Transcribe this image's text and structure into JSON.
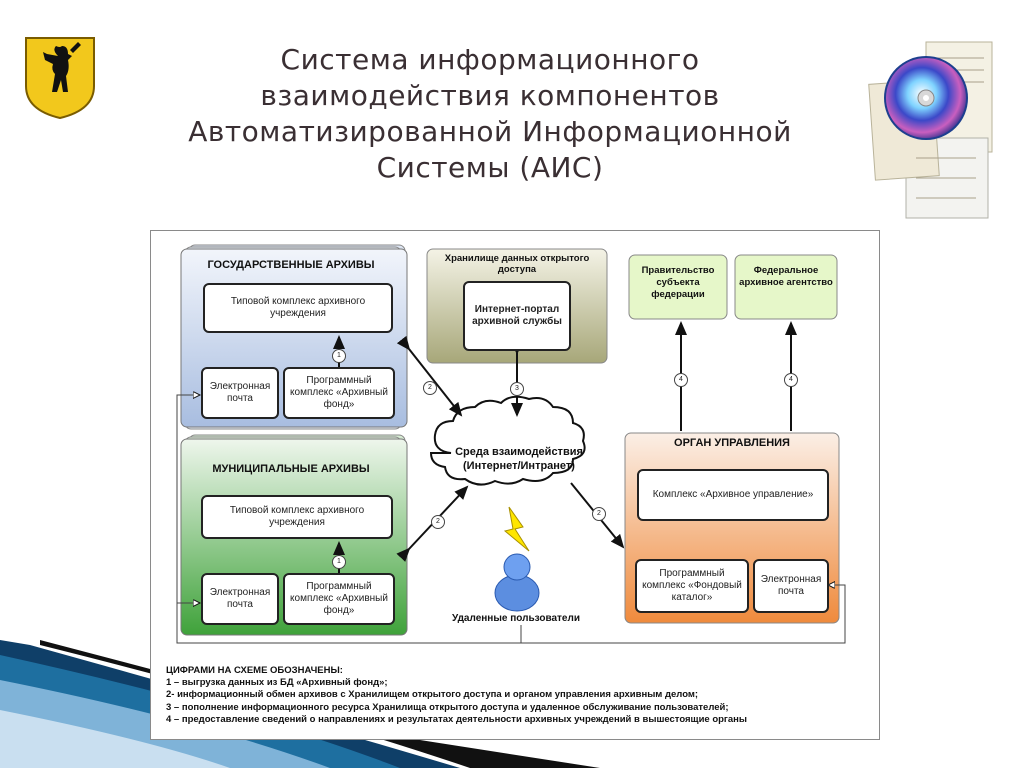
{
  "title_lines": [
    "Система   информационного",
    "взаимодействия    компонентов",
    "Автоматизированной  Информационной",
    "Системы (АИС)"
  ],
  "colors": {
    "state": "#a8bde0",
    "municipal": "#3fa23a",
    "storage": "#a7a779",
    "green_light": "#e6f7c9",
    "authority": "#ef8a3c"
  },
  "icons": {
    "emblem": "yaroslavl-coat-of-arms-bear",
    "cd": "cd-disc-with-documents",
    "user": "user-person",
    "lightning": "lightning-bolt",
    "cloud": "cloud"
  },
  "state_archives": {
    "title": "ГОСУДАРСТВЕННЫЕ АРХИВЫ",
    "typical_complex": "Типовой комплекс архивного учреждения",
    "email": "Электронная почта",
    "software": "Программный комплекс «Архивный фонд»"
  },
  "municipal_archives": {
    "title": "МУНИЦИПАЛЬНЫЕ АРХИВЫ",
    "typical_complex": "Типовой комплекс архивного учреждения",
    "email": "Электронная почта",
    "software": "Программный комплекс «Архивный фонд»"
  },
  "storage": {
    "title": "Хранилище данных открытого доступа",
    "portal": "Интернет-портал архивной службы"
  },
  "government": "Правительство субъекта федерации",
  "federal_agency": "Федеральное архивное агентство",
  "cloud_label": "Среда взаимодействия (Интернет/Интранет)",
  "authority": {
    "title": "ОРГАН УПРАВЛЕНИЯ",
    "complex": "Комплекс «Архивное управление»",
    "software": "Программный комплекс «Фондовый каталог»",
    "email": "Электронная почта"
  },
  "remote_users": "Удаленные пользователи",
  "badges": [
    "1",
    "2",
    "3",
    "4"
  ],
  "legend": {
    "title": "ЦИФРАМИ НА СХЕМЕ ОБОЗНАЧЕНЫ:",
    "items": [
      "1 – выгрузка данных из БД «Архивный фонд»;",
      "2- информационный обмен архивов с Хранилищем открытого доступа и органом управления архивным делом;",
      "3 – пополнение информационного ресурса Хранилища открытого доступа и удаленное обслуживание пользователей;",
      "4 – предоставление сведений о направлениях и результатах деятельности архивных учреждений в вышестоящие органы"
    ]
  }
}
